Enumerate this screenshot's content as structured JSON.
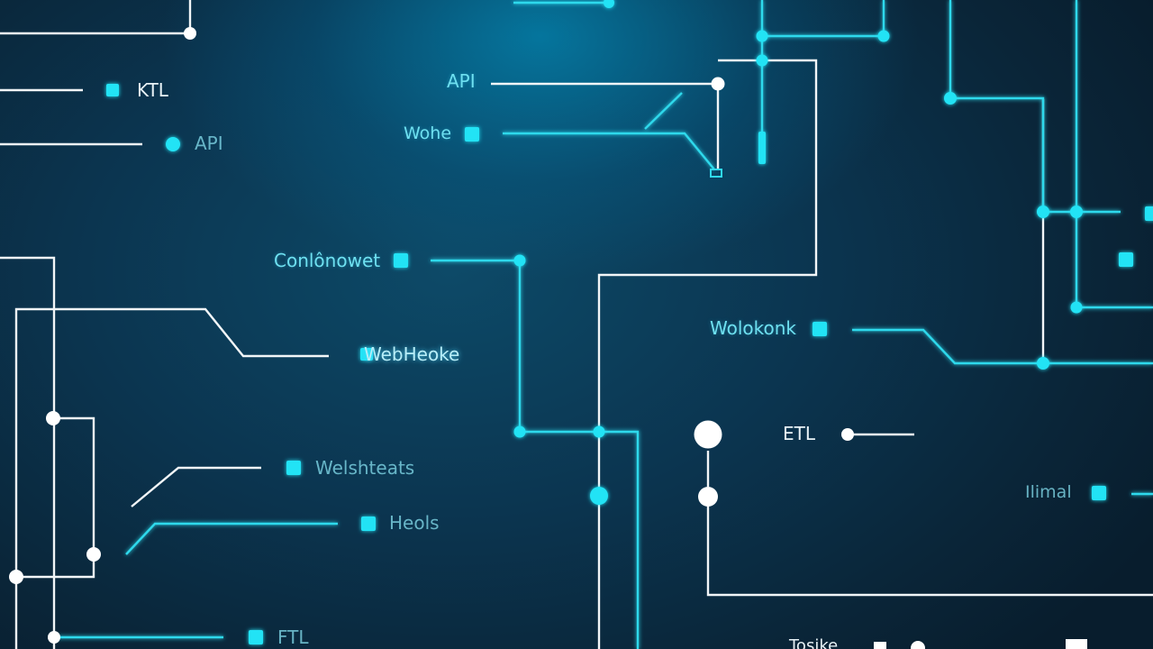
{
  "labels": {
    "ktl": "KTL",
    "api_left": "API",
    "api_top": "API",
    "wohe": "Wohe",
    "conlonowet": "Conlônowet",
    "webheoke": "WebHeoke",
    "wolokonk": "Wolokonk",
    "etl": "ETL",
    "welshteats": "Welshteats",
    "heols": "Heols",
    "itrna": "Ilimal",
    "ftl": "FTL",
    "tosike": "Tosike"
  },
  "colors": {
    "wire_cyan": "#2fd9ec",
    "wire_white": "#f2f6f8",
    "node_cyan": "#23e3f5",
    "node_white": "#ffffff"
  }
}
